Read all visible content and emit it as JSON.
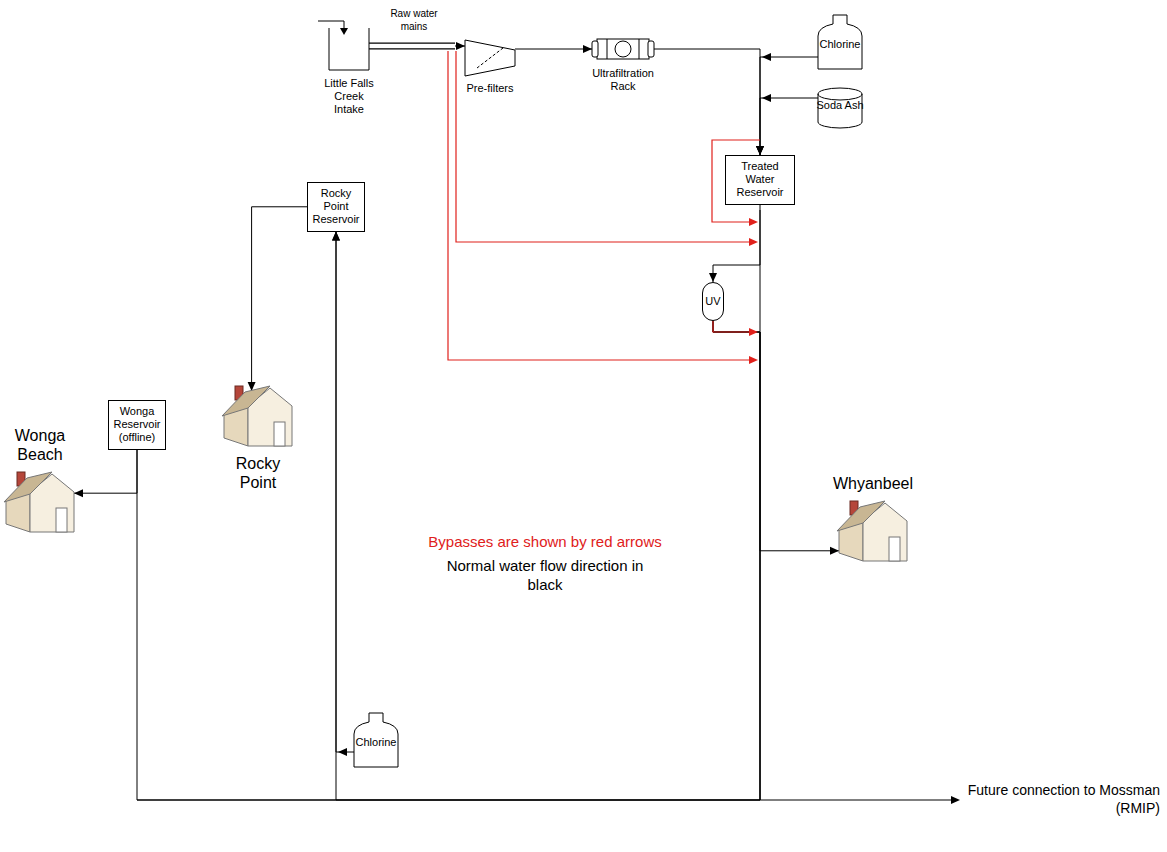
{
  "diagram": {
    "nodes": [
      {
        "text": [
          "Little Falls Creek Intake"
        ]
      },
      {
        "text": [
          "Pre-filters"
        ]
      },
      {
        "text": [
          "Ultrafiltration Rack"
        ]
      },
      {
        "text": [
          "Chlorine"
        ]
      },
      {
        "text": [
          "Soda Ash"
        ]
      },
      {
        "text": [
          "Treated Water Reservoir"
        ]
      },
      {
        "text": [
          "UV"
        ]
      },
      {
        "text": [
          "Rocky Point Reservoir"
        ]
      },
      {
        "text": [
          "Rocky Point"
        ]
      },
      {
        "text": [
          "Wonga Reservoir (offline)"
        ]
      },
      {
        "text": [
          "Wonga Beach"
        ]
      },
      {
        "text": [
          "Whyanbeel"
        ]
      },
      {
        "text": [
          "Chlorine"
        ]
      }
    ],
    "edges": [
      {
        "from": 0,
        "to": 1,
        "arrow": "to"
      },
      {
        "from": 1,
        "to": 2,
        "arrow": "to"
      },
      {
        "from": 2,
        "to": 5,
        "arrow": "to"
      },
      {
        "from": 3,
        "to": 5,
        "arrow": "to"
      },
      {
        "from": 4,
        "to": 5,
        "arrow": "to"
      },
      {
        "from": 5,
        "to": 6,
        "arrow": "to"
      },
      {
        "from": 6,
        "to": 11,
        "arrow": "to"
      },
      {
        "from": 6,
        "to": 7,
        "arrow": "to"
      },
      {
        "from": 6,
        "to": 9,
        "arrow": "none"
      },
      {
        "from": 12,
        "to": 7,
        "arrow": "to"
      },
      {
        "from": 7,
        "to": 8,
        "arrow": "to"
      },
      {
        "from": 9,
        "to": 10,
        "arrow": "to"
      }
    ],
    "labels": [
      "Raw water mains",
      "Bypasses are shown by red arrows",
      "Normal water flow direction in black",
      "Future connection to Mossman (RMIP)"
    ]
  }
}
